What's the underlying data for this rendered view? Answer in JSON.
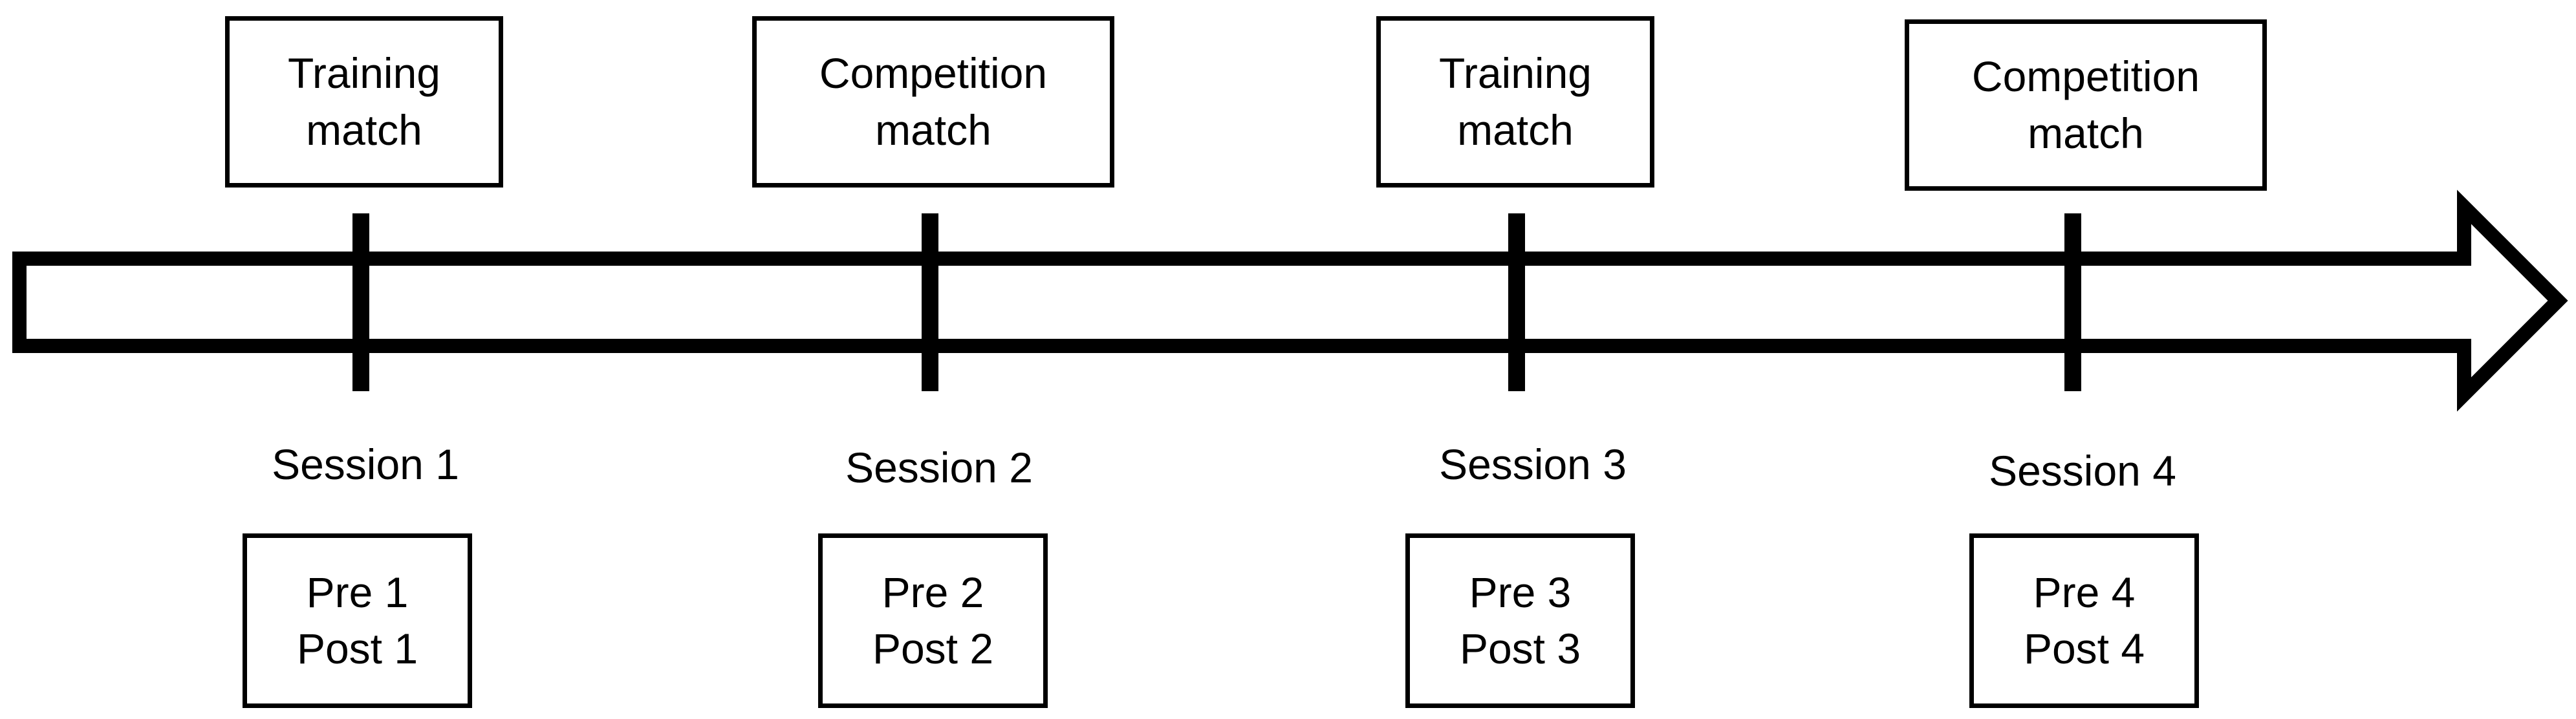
{
  "diagram": {
    "sessions": [
      {
        "top_box": [
          "Training",
          "match"
        ],
        "label": "Session 1",
        "bottom_box": [
          "Pre 1",
          "Post 1"
        ]
      },
      {
        "top_box": [
          "Competition",
          "match"
        ],
        "label": "Session 2",
        "bottom_box": [
          "Pre 2",
          "Post 2"
        ]
      },
      {
        "top_box": [
          "Training",
          "match"
        ],
        "label": "Session 3",
        "bottom_box": [
          "Pre 3",
          "Post 3"
        ]
      },
      {
        "top_box": [
          "Competition",
          "match"
        ],
        "label": "Session 4",
        "bottom_box": [
          "Pre 4",
          "Post 4"
        ]
      }
    ],
    "colors": {
      "stroke": "#000000",
      "fill": "#ffffff"
    }
  }
}
